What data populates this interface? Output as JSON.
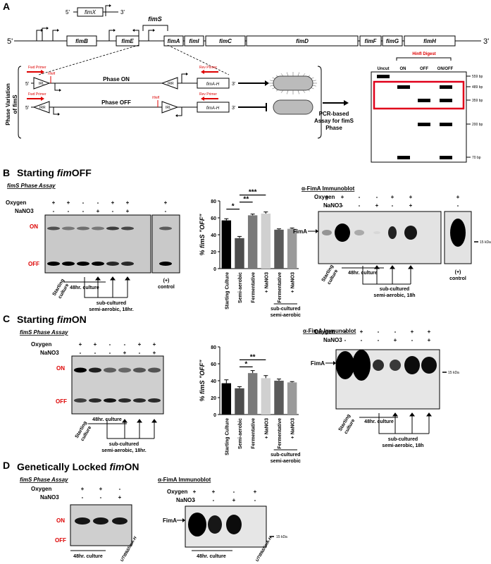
{
  "panels": {
    "A": {
      "letter": "A"
    },
    "B": {
      "letter": "B",
      "title_prefix": "Starting ",
      "title_italic": "fim",
      "title_suffix": "OFF"
    },
    "C": {
      "letter": "C",
      "title_prefix": "Starting ",
      "title_italic": "fim",
      "title_suffix": "ON"
    },
    "D": {
      "letter": "D",
      "title_prefix": "Genetically Locked ",
      "title_italic": "fim",
      "title_suffix": "ON"
    }
  },
  "operon": {
    "genes": [
      "fimB",
      "fimE",
      "fimA",
      "fimI",
      "fimC",
      "fimD",
      "fimF",
      "fimG",
      "fimH"
    ],
    "fimX": "fimX",
    "fimS": "fimS",
    "five": "5'",
    "three": "3'"
  },
  "phase": {
    "side_label_1": "Phase Variation",
    "side_label_2": "of fimS",
    "fwd_primer": "Fwd Primer",
    "rev_primer": "Rev Primer",
    "hinfI": "HinfI",
    "phase_on": "Phase ON",
    "phase_off": "Phase OFF",
    "irl": "IRL",
    "irr": "IRR",
    "fimAH": "fimA-H",
    "assay_1": "PCR-based",
    "assay_2": "Assay for fimS",
    "assay_3": "Phase"
  },
  "gel_a": {
    "digest": "HinfI Digest",
    "lanes": [
      "Uncut",
      "ON",
      "OFF",
      "ON/OFF"
    ],
    "sizes": [
      "559 bp",
      "489 bp",
      "359 bp",
      "200 bp",
      "70 bp"
    ]
  },
  "assay": {
    "fims_title": "fimS Phase Assay",
    "oxygen": "Oxygen",
    "nitrate": "NaNO3",
    "on": "ON",
    "off": "OFF",
    "starting": "Starting",
    "culture": "culture",
    "h48": "48hr. culture",
    "subcultured": "sub-cultured",
    "semi18": "semi-aerobic, 18hr.",
    "semi18h": "semi-aerobic, 18h",
    "plus_control": "(+)",
    "control": "control",
    "immunoblot": "α-FimA Immunoblot",
    "fima": "FimA",
    "kda": "15 kDa",
    "locked_strain": "UTI89ΔfimA-H",
    "plus": "+",
    "minus": "-"
  },
  "signs": {
    "B_gel": {
      "oxygen": [
        "+",
        "+",
        "-",
        "-",
        "+",
        "+",
        "+"
      ],
      "nitrate": [
        "-",
        "-",
        "-",
        "+",
        "-",
        "+",
        "-"
      ]
    },
    "B_blot": {
      "oxygen": [
        "+",
        "+",
        "-",
        "-",
        "+",
        "+",
        "+"
      ],
      "nitrate": [
        "-",
        "-",
        "-",
        "+",
        "-",
        "+",
        "-"
      ]
    },
    "C_gel": {
      "oxygen": [
        "+",
        "+",
        "-",
        "-",
        "+",
        "+"
      ],
      "nitrate": [
        "-",
        "-",
        "-",
        "+",
        "-",
        "+"
      ]
    },
    "C_blot": {
      "oxygen": [
        "+",
        "+",
        "-",
        "-",
        "+",
        "+"
      ],
      "nitrate": [
        "-",
        "-",
        "-",
        "+",
        "-",
        "+"
      ]
    },
    "D_gel": {
      "oxygen": [
        "+",
        "+",
        "-"
      ],
      "nitrate": [
        "-",
        "-",
        "+"
      ]
    },
    "D_blot": {
      "oxygen": [
        "+",
        "+",
        "-",
        "+"
      ],
      "nitrate": [
        "-",
        "-",
        "+",
        "-"
      ]
    }
  },
  "chart_data": [
    {
      "type": "bar",
      "panel": "B",
      "ylabel": "% fimS \"OFF\"",
      "ylim": [
        0,
        80
      ],
      "yticks": [
        0,
        20,
        40,
        60,
        80
      ],
      "categories": [
        "Starting Culture",
        "Semi-aerobic",
        "Fermentative",
        "+ NaNO3",
        "Fermentative",
        "+ NaNO3"
      ],
      "values": [
        57,
        36,
        63,
        65,
        46,
        47
      ],
      "errors": [
        2,
        2,
        1.5,
        2,
        1,
        1
      ],
      "colors": [
        "#000000",
        "#4d4d4d",
        "#7a7a7a",
        "#d0d0d0",
        "#5a5a5a",
        "#9a9a9a"
      ],
      "subgroup_label": [
        "sub-cultured",
        "semi-aerobic"
      ],
      "significance": [
        {
          "from": 0,
          "to": 1,
          "label": "*"
        },
        {
          "from": 1,
          "to": 2,
          "label": "**"
        },
        {
          "from": 1,
          "to": 3,
          "label": "***"
        }
      ]
    },
    {
      "type": "bar",
      "panel": "C",
      "ylabel": "% fimS \"OFF\"",
      "ylim": [
        0,
        80
      ],
      "yticks": [
        0,
        20,
        40,
        60,
        80
      ],
      "categories": [
        "Starting Culture",
        "Semi-aerobic",
        "Fermentative",
        "+ NaNO3",
        "Fermentative",
        "+ NaNO3"
      ],
      "values": [
        37,
        31,
        49,
        43,
        40,
        38
      ],
      "errors": [
        4,
        2,
        3,
        3,
        2,
        1
      ],
      "colors": [
        "#000000",
        "#4d4d4d",
        "#7a7a7a",
        "#d0d0d0",
        "#5a5a5a",
        "#9a9a9a"
      ],
      "subgroup_label": [
        "sub-cultured",
        "semi-aerobic"
      ],
      "significance": [
        {
          "from": 1,
          "to": 2,
          "label": "*"
        },
        {
          "from": 1,
          "to": 3,
          "label": "**"
        }
      ]
    }
  ]
}
